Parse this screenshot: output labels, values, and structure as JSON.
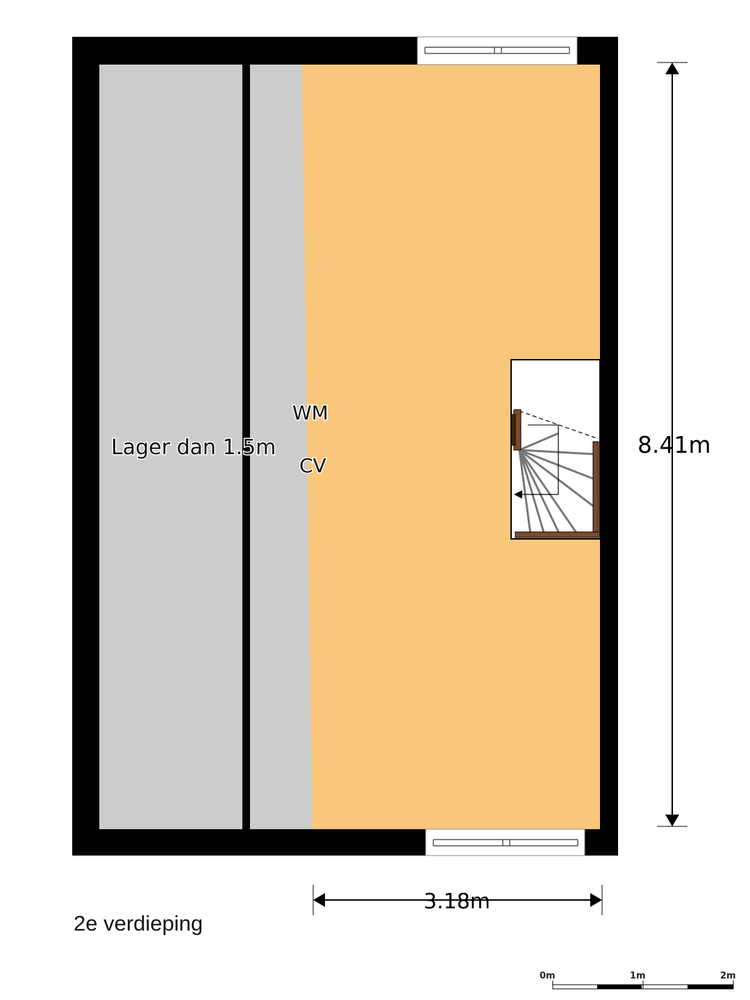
{
  "floor_title": "2e verdieping",
  "rooms": {
    "low_ceiling_label": "Lager dan 1.5m",
    "wm_label": "WM",
    "cv_label": "CV"
  },
  "dimensions": {
    "height_label": "8.41m",
    "width_label": "3.18m"
  },
  "scale_bar": {
    "labels": [
      "0m",
      "1m",
      "2m"
    ]
  },
  "colors": {
    "wall": "#000000",
    "attic_low": "#cccccc",
    "room_floor": "#f9c77b",
    "stair_rail": "#7b4a2a"
  }
}
